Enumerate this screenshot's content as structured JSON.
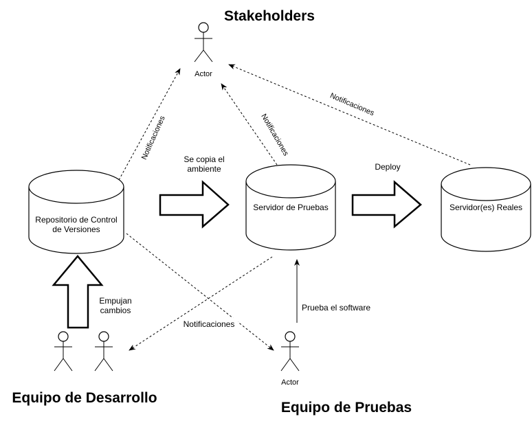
{
  "groups": {
    "stakeholders": "Stakeholders",
    "dev_team": "Equipo de Desarrollo",
    "test_team": "Equipo de Pruebas"
  },
  "actors": {
    "stakeholder_actor": "Actor",
    "tester_actor": "Actor"
  },
  "nodes": {
    "repo_line1": "Repositorio de Control",
    "repo_line2": "de Versiones",
    "test_server": "Servidor de Pruebas",
    "real_servers": "Servidor(es) Reales"
  },
  "flows": {
    "copy_env_line1": "Se copia el",
    "copy_env_line2": "ambiente",
    "deploy": "Deploy",
    "push_line1": "Empujan",
    "push_line2": "cambios",
    "test_software": "Prueba el software"
  },
  "notifications": {
    "repo_to_stakeholders": "Notificaciones",
    "test_to_stakeholders": "Notificaciones",
    "real_to_stakeholders": "Notificaciones",
    "to_dev_team": "Notificaciones"
  }
}
